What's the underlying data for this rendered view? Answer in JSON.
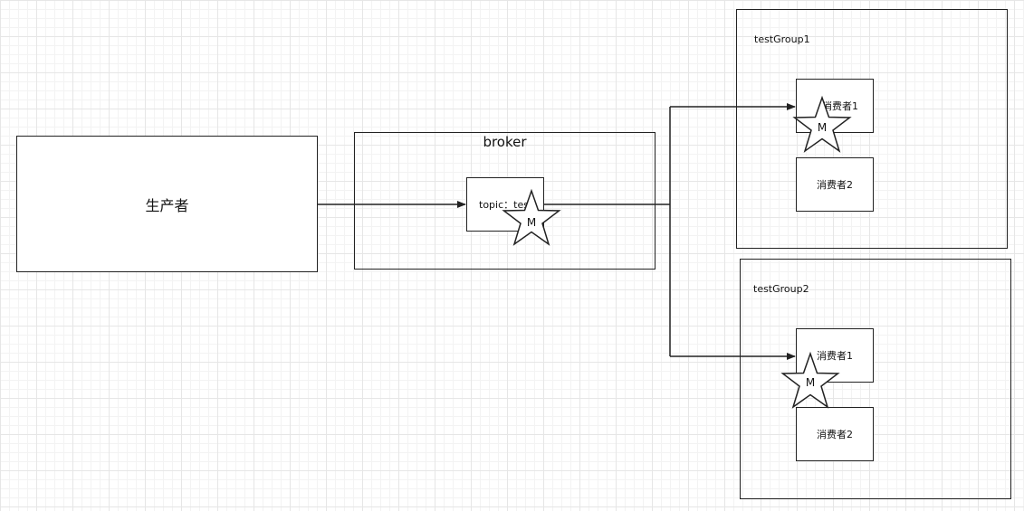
{
  "producer": {
    "label": "生产者"
  },
  "broker": {
    "title": "broker",
    "topic_label": "topic：test"
  },
  "groups": [
    {
      "name": "testGroup1",
      "consumers": [
        "消费者1",
        "消费者2"
      ]
    },
    {
      "name": "testGroup2",
      "consumers": [
        "消费者1",
        "消费者2"
      ]
    }
  ],
  "message_marker": "M",
  "colors": {
    "stroke": "#222222",
    "grid": "#e6e6e6",
    "background": "#ffffff"
  }
}
